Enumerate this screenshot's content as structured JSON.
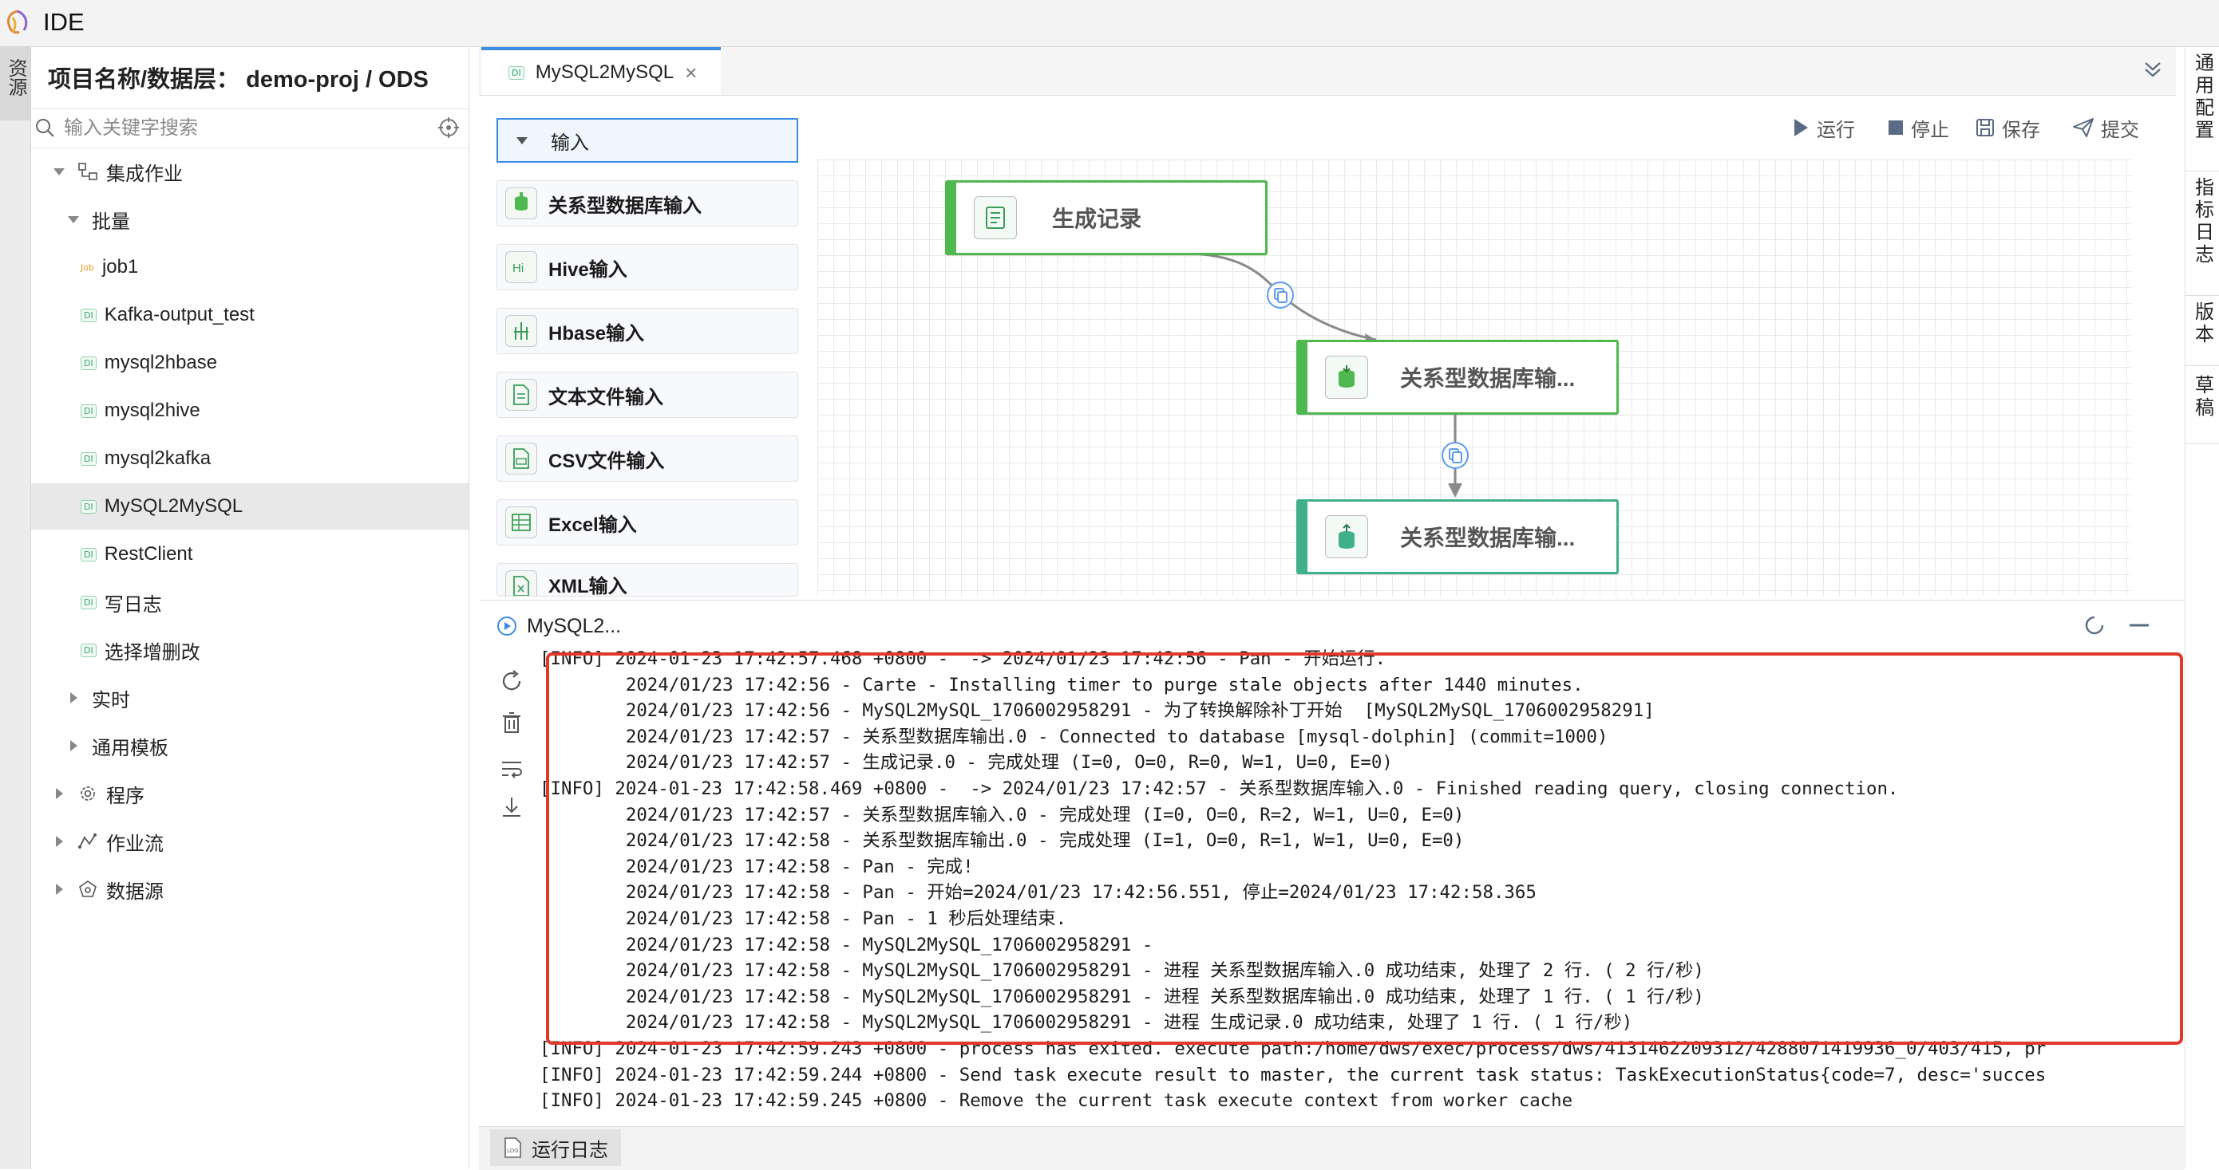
{
  "app": {
    "title": "IDE"
  },
  "left_rail": {
    "tab_label": "资源"
  },
  "sidebar": {
    "project_title": "项目名称/数据层： demo-proj / ODS",
    "search_placeholder": "输入关键字搜索",
    "tree": [
      {
        "label": "集成作业",
        "kind": "folder",
        "expanded": true
      },
      {
        "label": "批量",
        "kind": "group",
        "expanded": true
      },
      {
        "label": "job1",
        "kind": "job",
        "badge": "Job"
      },
      {
        "label": "Kafka-output_test",
        "kind": "di",
        "badge": "DI"
      },
      {
        "label": "mysql2hbase",
        "kind": "di",
        "badge": "DI"
      },
      {
        "label": "mysql2hive",
        "kind": "di",
        "badge": "DI"
      },
      {
        "label": "mysql2kafka",
        "kind": "di",
        "badge": "DI"
      },
      {
        "label": "MySQL2MySQL",
        "kind": "di",
        "badge": "DI",
        "selected": true
      },
      {
        "label": "RestClient",
        "kind": "di",
        "badge": "DI"
      },
      {
        "label": "写日志",
        "kind": "di",
        "badge": "DI"
      },
      {
        "label": "选择增删改",
        "kind": "di",
        "badge": "DI"
      },
      {
        "label": "实时",
        "kind": "group",
        "expanded": false
      },
      {
        "label": "通用模板",
        "kind": "group",
        "expanded": false
      },
      {
        "label": "程序",
        "kind": "folder",
        "expanded": false
      },
      {
        "label": "作业流",
        "kind": "folder",
        "expanded": false
      },
      {
        "label": "数据源",
        "kind": "folder",
        "expanded": false
      }
    ]
  },
  "editor_tab": {
    "badge": "DI",
    "label": "MySQL2MySQL"
  },
  "right_rail": [
    "通用配置",
    "指标日志",
    "版本",
    "草稿"
  ],
  "palette": {
    "header": "输入",
    "items": [
      "关系型数据库输入",
      "Hive输入",
      "Hbase输入",
      "文本文件输入",
      "CSV文件输入",
      "Excel输入",
      "XML输入"
    ]
  },
  "toolbar": {
    "run": "运行",
    "stop": "停止",
    "save": "保存",
    "submit": "提交"
  },
  "canvas": {
    "nodes": [
      "生成记录",
      "关系型数据库输...",
      "关系型数据库输..."
    ]
  },
  "run_panel": {
    "title": "MySQL2...",
    "log_lines": [
      "[INFO] 2024-01-23 17:42:57.468 +0800 -  -> 2024/01/23 17:42:56 - Pan - 开始运行.",
      "        2024/01/23 17:42:56 - Carte - Installing timer to purge stale objects after 1440 minutes.",
      "        2024/01/23 17:42:56 - MySQL2MySQL_1706002958291 - 为了转换解除补丁开始  [MySQL2MySQL_1706002958291]",
      "        2024/01/23 17:42:57 - 关系型数据库输出.0 - Connected to database [mysql-dolphin] (commit=1000)",
      "        2024/01/23 17:42:57 - 生成记录.0 - 完成处理 (I=0, O=0, R=0, W=1, U=0, E=0)",
      "[INFO] 2024-01-23 17:42:58.469 +0800 -  -> 2024/01/23 17:42:57 - 关系型数据库输入.0 - Finished reading query, closing connection.",
      "        2024/01/23 17:42:57 - 关系型数据库输入.0 - 完成处理 (I=0, O=0, R=2, W=1, U=0, E=0)",
      "        2024/01/23 17:42:58 - 关系型数据库输出.0 - 完成处理 (I=1, O=0, R=1, W=1, U=0, E=0)",
      "        2024/01/23 17:42:58 - Pan - 完成!",
      "        2024/01/23 17:42:58 - Pan - 开始=2024/01/23 17:42:56.551, 停止=2024/01/23 17:42:58.365",
      "        2024/01/23 17:42:58 - Pan - 1 秒后处理结束.",
      "        2024/01/23 17:42:58 - MySQL2MySQL_1706002958291 -",
      "        2024/01/23 17:42:58 - MySQL2MySQL_1706002958291 - 进程 关系型数据库输入.0 成功结束, 处理了 2 行. ( 2 行/秒)",
      "        2024/01/23 17:42:58 - MySQL2MySQL_1706002958291 - 进程 关系型数据库输出.0 成功结束, 处理了 1 行. ( 1 行/秒)",
      "        2024/01/23 17:42:58 - MySQL2MySQL_1706002958291 - 进程 生成记录.0 成功结束, 处理了 1 行. ( 1 行/秒)",
      "[INFO] 2024-01-23 17:42:59.243 +0800 - process has exited. execute path:/home/dws/exec/process/dws/4131462209312/4288071419936_0/403/415, pr",
      "[INFO] 2024-01-23 17:42:59.244 +0800 - Send task execute result to master, the current task status: TaskExecutionStatus{code=7, desc='succes",
      "[INFO] 2024-01-23 17:42:59.245 +0800 - Remove the current task execute context from worker cache"
    ]
  },
  "footer": {
    "tab_label": "运行日志",
    "tab_icon": "LOG"
  },
  "colors": {
    "accent": "#3b8ce3",
    "node_green": "#4fb84f",
    "highlight_red": "#e0392b"
  }
}
